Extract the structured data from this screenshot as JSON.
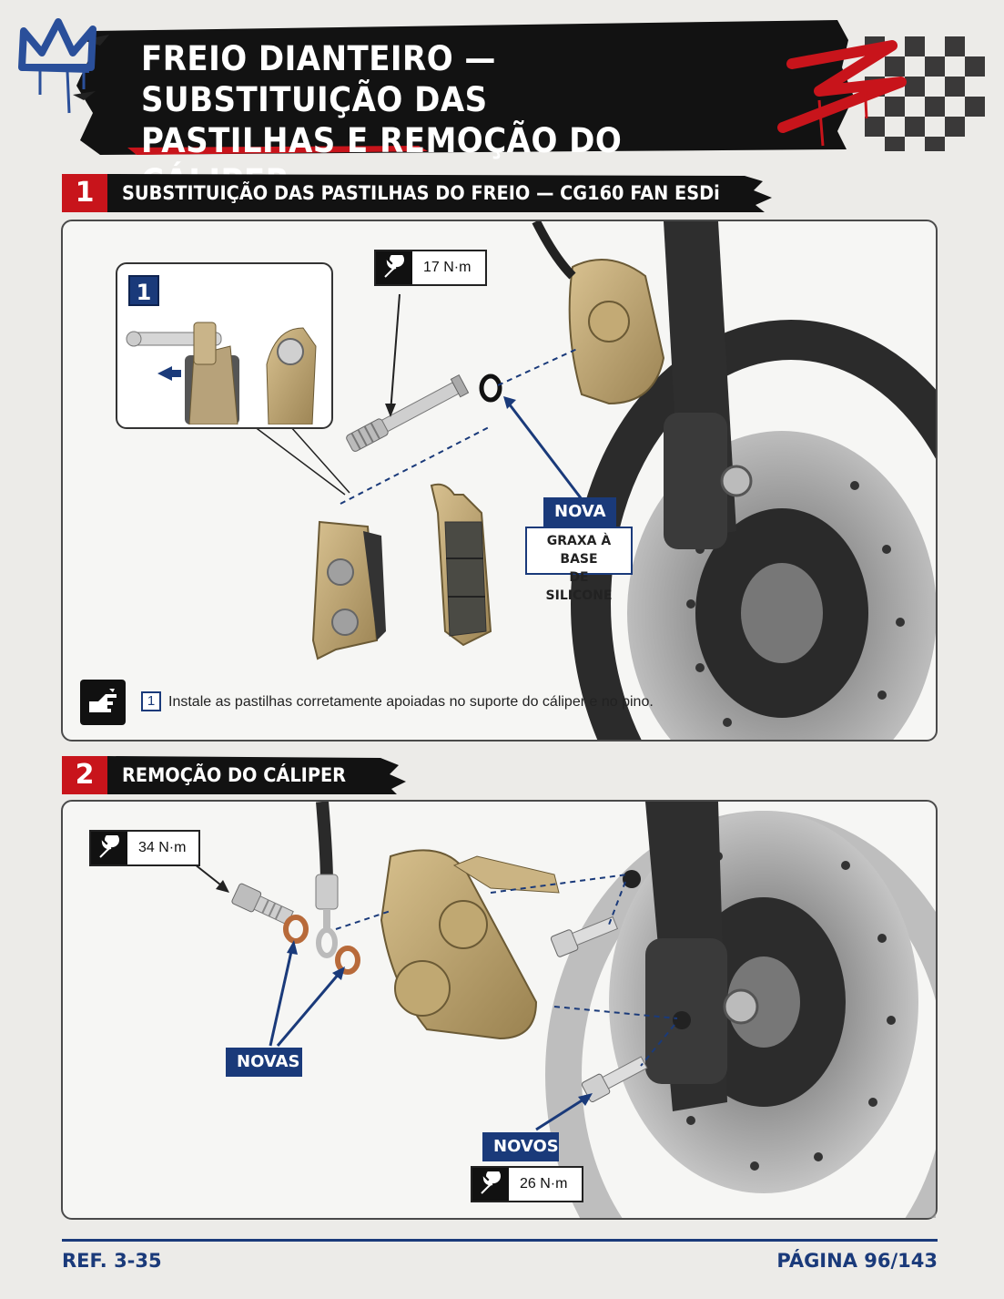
{
  "header": {
    "title_line1": "FREIO DIANTEIRO — SUBSTITUIÇÃO DAS",
    "title_line2": "PASTILHAS E REMOÇÃO DO CÁLIPER."
  },
  "section1": {
    "number": "1",
    "title": "SUBSTITUIÇÃO DAS PASTILHAS DO FREIO — CG160 FAN ESDi",
    "inset_step": "1",
    "torque": "17 N·m",
    "tag_new": "NOVA",
    "grease_note_line1": "GRAXA À BASE",
    "grease_note_line2": "DE SILICONE",
    "instruction_step": "1",
    "instruction_text": "Instale as pastilhas corretamente apoiadas no suporte do cáliper e no pino."
  },
  "section2": {
    "number": "2",
    "title": "REMOÇÃO DO CÁLIPER",
    "torque_banjo": "34 N·m",
    "tag_washers": "NOVAS",
    "tag_bolts": "NOVOS",
    "torque_mount": "26 N·m"
  },
  "footer": {
    "ref": "REF. 3-35",
    "page": "PÁGINA 96/143"
  },
  "colors": {
    "accent_red": "#c8141b",
    "accent_blue": "#1a3a7a",
    "band_black": "#121212"
  },
  "icons": [
    "crown-graffiti-icon",
    "checkered-flag-icon",
    "wrench-icon",
    "hand-pointer-icon"
  ]
}
